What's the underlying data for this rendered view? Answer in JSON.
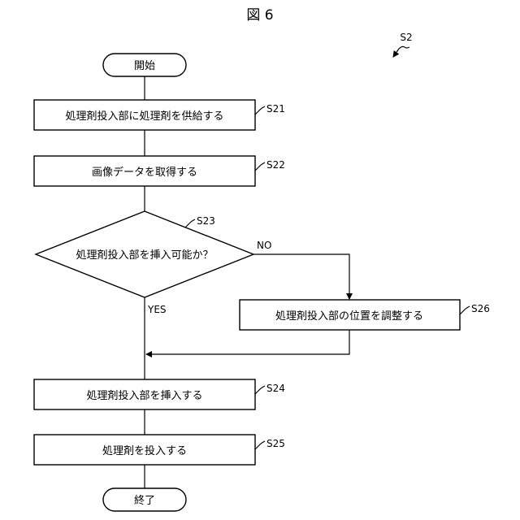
{
  "figure": {
    "title": "図 6",
    "ref": "S2"
  },
  "nodes": {
    "start": {
      "text": "開始"
    },
    "s21": {
      "text": "処理剤投入部に処理剤を供給する",
      "step": "S21"
    },
    "s22": {
      "text": "画像データを取得する",
      "step": "S22"
    },
    "s23": {
      "text": "処理剤投入部を挿入可能か？",
      "step": "S23"
    },
    "s26": {
      "text": "処理剤投入部の位置を調整する",
      "step": "S26"
    },
    "s24": {
      "text": "処理剤投入部を挿入する",
      "step": "S24"
    },
    "s25": {
      "text": "処理剤を投入する",
      "step": "S25"
    },
    "end": {
      "text": "終了"
    }
  },
  "branches": {
    "no": "NO",
    "yes": "YES"
  }
}
